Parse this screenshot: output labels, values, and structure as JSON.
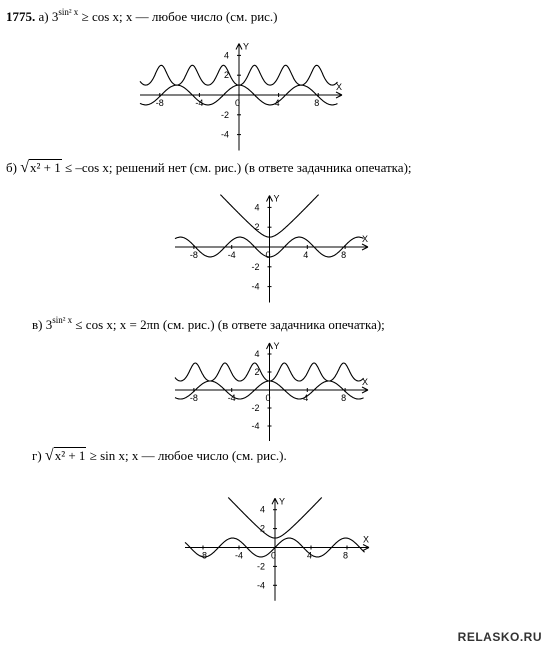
{
  "problem": {
    "number": "1775."
  },
  "parts": [
    {
      "label": "а)",
      "text": "3^{sin² x} ≥ cos x; x — любое число (см. рис.)"
    },
    {
      "label": "б)",
      "text": "√(x² + 1) ≤ –cos x; решений нет (см. рис.) (в ответе задачника опечатка);"
    },
    {
      "label": "в)",
      "text": "3^{sin² x} ≤ cos x;  x = 2πn (см. рис.) (в ответе задачника опечатка);"
    },
    {
      "label": "г)",
      "text": "√(x² + 1) ≥ sin x; x — любое число (см. рис.)."
    }
  ],
  "pieces": {
    "a_base": "3",
    "a_exp": "sin² x",
    "a_rest": "≥ cos x; x — любое число (см. рис.)",
    "b_rad": "x² + 1",
    "b_rest": "≤ –cos x; решений нет (см. рис.) (в ответе задачника опечатка);",
    "c_base": "3",
    "c_exp": "sin² x",
    "c_rest": "≤ cos x;  x = 2πn (см. рис.) (в ответе задачника опечатка);",
    "d_rad": "x² + 1",
    "d_rest": "≥ sin x; x — любое число (см. рис.)."
  },
  "axis": {
    "x_label": "X",
    "y_label": "Y",
    "x_ticks": [
      "-8",
      "-4",
      "0",
      "4",
      "8"
    ],
    "y_ticks_pos": [
      "4",
      "2"
    ],
    "y_ticks_neg": [
      "-2",
      "-4"
    ]
  },
  "chart_data": [
    {
      "type": "line",
      "x_range": [
        -10,
        10
      ],
      "y_range": [
        -5,
        5
      ],
      "series": [
        {
          "expr": "3^(sin^2 x)"
        },
        {
          "expr": "cos x"
        }
      ]
    },
    {
      "type": "line",
      "x_range": [
        -10,
        10
      ],
      "y_range": [
        -5,
        5
      ],
      "series": [
        {
          "expr": "sqrt(x^2+1)"
        },
        {
          "expr": "-cos x"
        }
      ]
    },
    {
      "type": "line",
      "x_range": [
        -10,
        10
      ],
      "y_range": [
        -5,
        5
      ],
      "series": [
        {
          "expr": "3^(sin^2 x)"
        },
        {
          "expr": "cos x"
        }
      ]
    },
    {
      "type": "line",
      "x_range": [
        -10,
        10
      ],
      "y_range": [
        -5,
        5
      ],
      "series": [
        {
          "expr": "sqrt(x^2+1)"
        },
        {
          "expr": "sin x"
        }
      ]
    }
  ],
  "watermark": "RELASKO.RU"
}
